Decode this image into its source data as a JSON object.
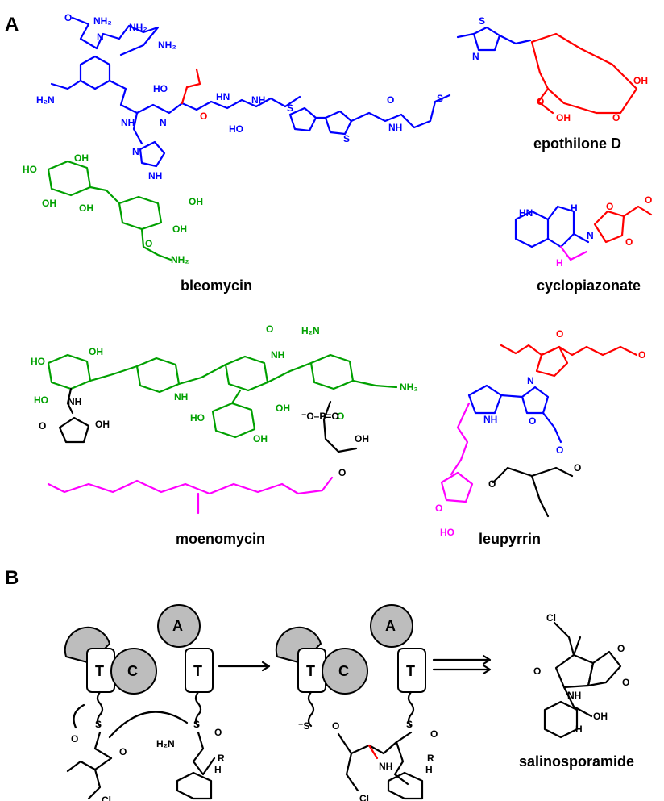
{
  "panels": {
    "a": "A",
    "b": "B"
  },
  "compounds": {
    "bleomycin": "bleomycin",
    "epothilone": "epothilone D",
    "cyclopiazonate": "cyclopiazonate",
    "moenomycin": "moenomycin",
    "leupyrrin": "leupyrrin",
    "salinosporamide": "salinosporamide"
  },
  "domains": {
    "t": "T",
    "c": "C",
    "a": "A"
  },
  "colors": {
    "nrps": "#0000ff",
    "pks": "#ff0000",
    "sugar": "#00a000",
    "terpene": "#ff00ff",
    "other": "#000000"
  }
}
